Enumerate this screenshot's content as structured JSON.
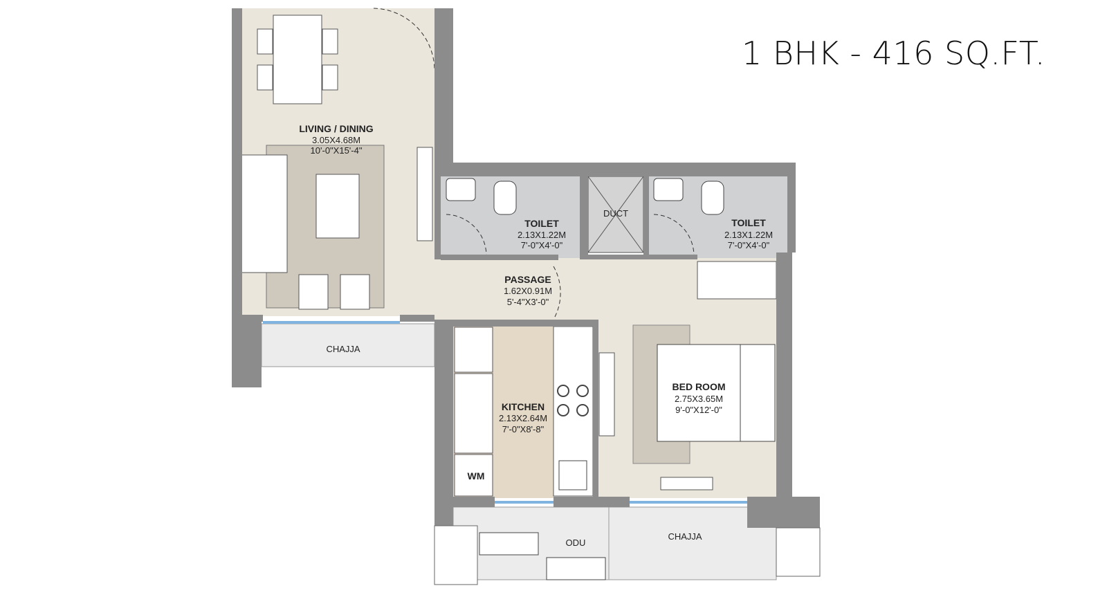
{
  "title": "1 BHK - 416 SQ.FT.",
  "colors": {
    "wall": "#8c8c8c",
    "floor": "#ebe6dc",
    "toilet_floor": "#cfd1d3",
    "kitchen_floor": "#e4d8c6",
    "rug": "#cfc8bd",
    "chajja": "#ececec",
    "window": "#7fb4e0"
  },
  "rooms": {
    "living": {
      "name": "LIVING / DINING",
      "dim_m": "3.05X4.68M",
      "dim_ft": "10'-0\"X15'-4\""
    },
    "toilet1": {
      "name": "TOILET",
      "dim_m": "2.13X1.22M",
      "dim_ft": "7'-0\"X4'-0\""
    },
    "duct": {
      "name": "DUCT"
    },
    "toilet2": {
      "name": "TOILET",
      "dim_m": "2.13X1.22M",
      "dim_ft": "7'-0\"X4'-0\""
    },
    "passage": {
      "name": "PASSAGE",
      "dim_m": "1.62X0.91M",
      "dim_ft": "5'-4\"X3'-0\""
    },
    "kitchen": {
      "name": "KITCHEN",
      "dim_m": "2.13X2.64M",
      "dim_ft": "7'-0\"X8'-8\""
    },
    "bedroom": {
      "name": "BED ROOM",
      "dim_m": "2.75X3.65M",
      "dim_ft": "9'-0\"X12'-0\""
    },
    "chajja_left": {
      "name": "CHAJJA"
    },
    "chajja_right": {
      "name": "CHAJJA"
    },
    "odu": {
      "name": "ODU"
    },
    "wm": {
      "name": "WM"
    }
  }
}
